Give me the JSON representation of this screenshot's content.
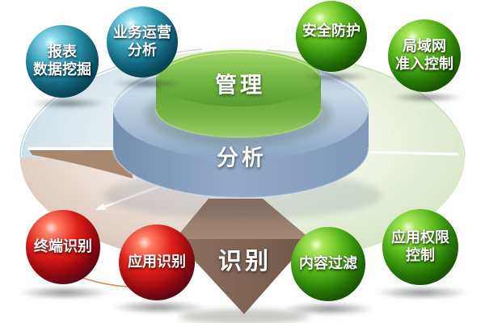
{
  "pyramid": {
    "top_label": "管理",
    "middle_label": "分析",
    "wedge_label": "识别"
  },
  "bubbles": [
    {
      "name": "report-data-mining",
      "color": "teal",
      "line1": "报表",
      "line2": "数据挖掘"
    },
    {
      "name": "business-operation-analysis",
      "color": "teal",
      "line1": "业务运营",
      "line2": "分析"
    },
    {
      "name": "security-protection",
      "color": "green",
      "line1": "安全防护"
    },
    {
      "name": "lan-access-control",
      "color": "green",
      "line1": "局域网",
      "line2": "准入控制"
    },
    {
      "name": "terminal-identification",
      "color": "red",
      "line1": "终端识别"
    },
    {
      "name": "application-identification",
      "color": "red",
      "line1": "应用识别"
    },
    {
      "name": "content-filtering",
      "color": "green",
      "line1": "内容过滤"
    },
    {
      "name": "application-permission-control",
      "color": "green",
      "line1": "应用权限",
      "line2": "控制"
    }
  ],
  "colors": {
    "teal_sphere": "#157c92",
    "green_sphere": "#3fa012",
    "red_sphere": "#cc1012",
    "cylinder_blue": "#8ba7c6",
    "cylinder_green": "#6fb33f",
    "segment_bluegray": "#bfd6e0",
    "segment_green": "#d3e3bf",
    "segment_tan": "#d9c3b3",
    "wedge_brown": "#7f6353",
    "background": "#ffffff"
  }
}
